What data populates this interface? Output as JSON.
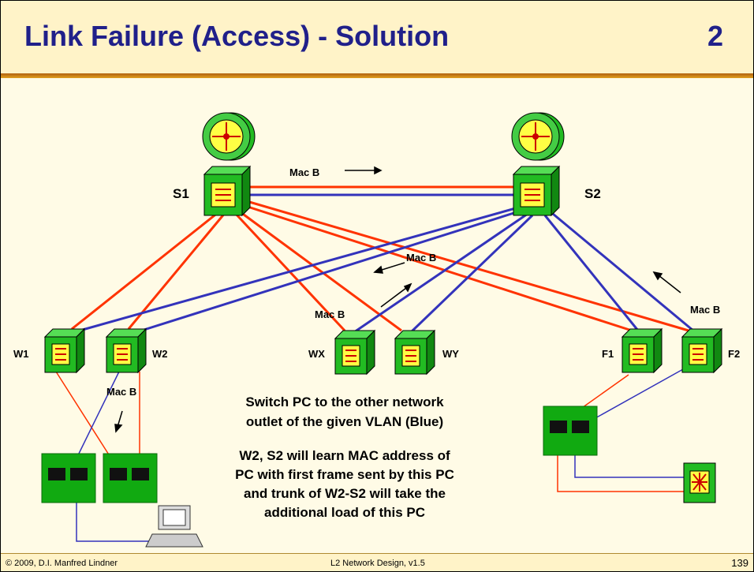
{
  "header": {
    "title": "Link Failure (Access) - Solution",
    "page_number": "2"
  },
  "footer": {
    "copyright": "© 2009, D.I. Manfred Lindner",
    "course": "L2 Network Design, v1.5",
    "slide_number": "139"
  },
  "diagram": {
    "core_switches": [
      "S1",
      "S2"
    ],
    "access_switches": [
      "W1",
      "W2",
      "WX",
      "WY",
      "F1",
      "F2"
    ],
    "mac_label": "Mac B",
    "text_block_1": [
      "Switch PC to the other network",
      "outlet of the given VLAN (Blue)"
    ],
    "text_block_2": [
      "W2, S2 will learn MAC address of",
      "PC with first frame sent by this PC",
      "and trunk of W2-S2 will take the",
      "additional load of this PC"
    ]
  },
  "colors": {
    "red_vlan": "#ff3300",
    "blue_vlan": "#3333bb",
    "switch_green": "#22aa22",
    "title_blue": "#20208a"
  }
}
